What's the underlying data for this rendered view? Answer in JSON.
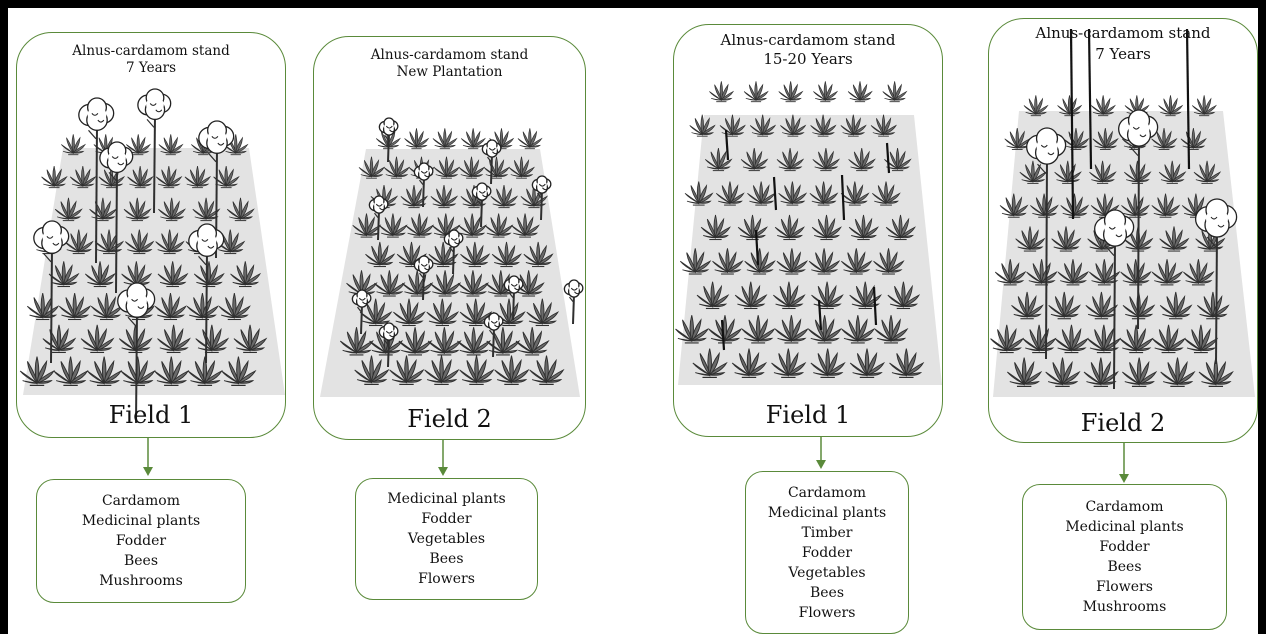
{
  "panels": [
    {
      "stand_title": "Alnus-cardamom stand",
      "stand_age": "7 Years",
      "field": "Field 1",
      "products": [
        "Cardamom",
        "Medicinal plants",
        "Fodder",
        "Bees",
        "Mushrooms"
      ]
    },
    {
      "stand_title": "Alnus-cardamom stand",
      "stand_age": "New Plantation",
      "field": "Field 2",
      "products": [
        "Medicinal plants",
        "Fodder",
        "Vegetables",
        "Bees",
        "Flowers"
      ]
    },
    {
      "stand_title": "Alnus-cardamom stand",
      "stand_age": "15-20 Years",
      "field": "Field 1",
      "products": [
        "Cardamom",
        "Medicinal plants",
        "Timber",
        "Fodder",
        "Vegetables",
        "Bees",
        "Flowers"
      ]
    },
    {
      "stand_title": "Alnus-cardamom stand",
      "stand_age": "7 Years",
      "field": "Field 2",
      "products": [
        "Cardamom",
        "Medicinal plants",
        "Fodder",
        "Bees",
        "Flowers",
        "Mushrooms"
      ]
    }
  ],
  "colors": {
    "border_green": "#5a8a3a",
    "ground_gray": "#e3e3e3",
    "plant_dark": "#2f2f2f"
  },
  "icons": {
    "tree": "alnus-tree-icon",
    "plant": "cardamom-plant-icon",
    "arrow": "arrow-down-icon"
  }
}
